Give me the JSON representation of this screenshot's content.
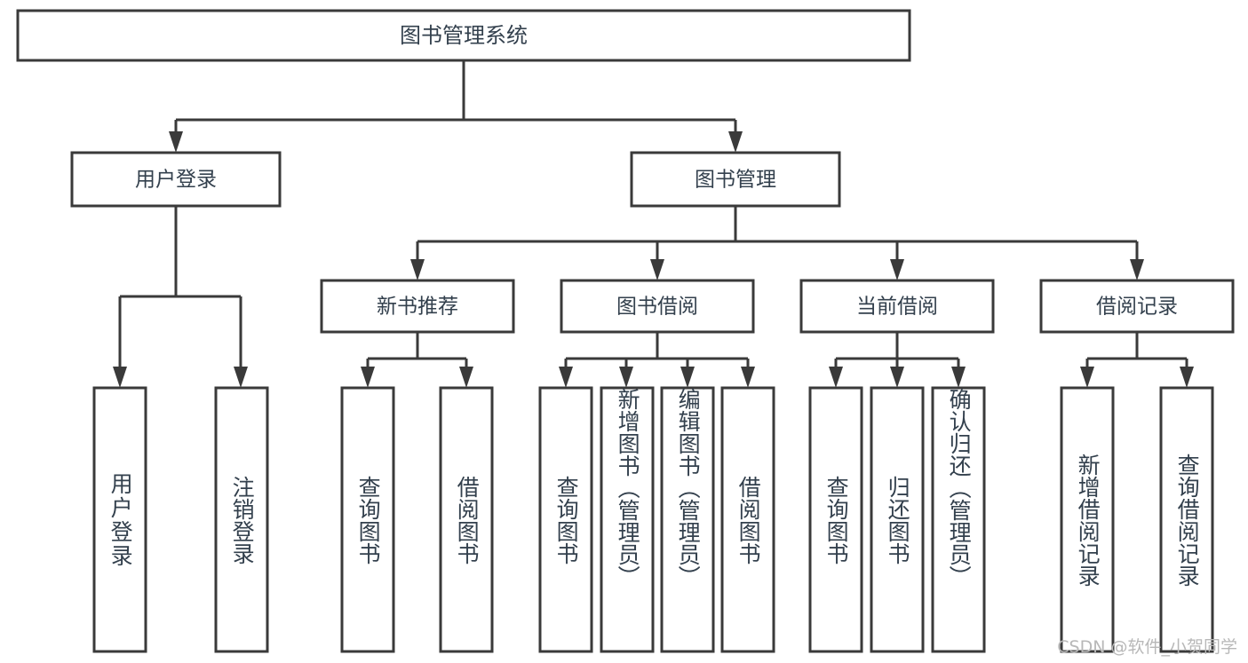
{
  "diagram": {
    "title_node": {
      "label": "图书管理系统"
    },
    "level2": [
      {
        "label": "用户登录"
      },
      {
        "label": "图书管理"
      }
    ],
    "level3": [
      {
        "label": "新书推荐"
      },
      {
        "label": "图书借阅"
      },
      {
        "label": "当前借阅"
      },
      {
        "label": "借阅记录"
      }
    ],
    "leaves": {
      "user_login": [
        {
          "label": "用户登录"
        },
        {
          "label": "注销登录"
        }
      ],
      "new_book": [
        {
          "label": "查询图书"
        },
        {
          "label": "借阅图书"
        }
      ],
      "book_borrow": [
        {
          "label": "查询图书"
        },
        {
          "label": "新增图书（管理员）"
        },
        {
          "label": "编辑图书（管理员）"
        },
        {
          "label": "借阅图书"
        }
      ],
      "current_borrow": [
        {
          "label": "查询图书"
        },
        {
          "label": "归还图书"
        },
        {
          "label": "确认归还（管理员）"
        }
      ],
      "borrow_record": [
        {
          "label": "新增借阅记录"
        },
        {
          "label": "查询借阅记录"
        }
      ]
    }
  },
  "watermark": {
    "text": "CSDN @软件_小贺同学"
  },
  "colors": {
    "stroke": "#3a3a3a",
    "text": "#33404d",
    "background": "#ffffff",
    "watermark": "#b8b8b8"
  }
}
